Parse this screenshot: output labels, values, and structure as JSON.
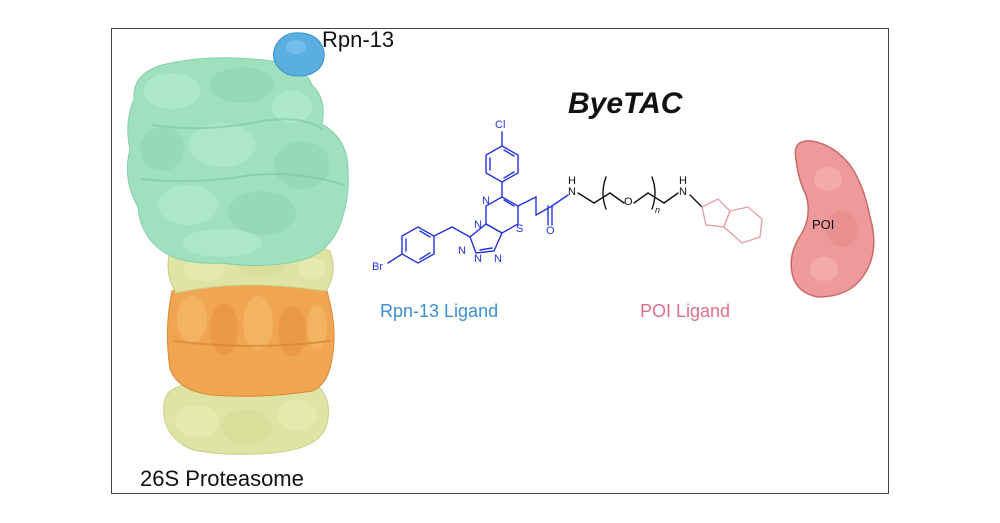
{
  "diagram": {
    "title": "ByeTAC",
    "rpn13_label": "Rpn-13",
    "proteasome_label": "26S Proteasome",
    "rpn13_ligand_label": "Rpn-13 Ligand",
    "poi_ligand_label": "POI Ligand",
    "poi_label": "POI",
    "atoms": {
      "cl": "Cl",
      "br": "Br",
      "n1": "N",
      "n2": "N",
      "n3": "N",
      "n4": "N",
      "n5": "N",
      "s": "S",
      "o_carbonyl": "O",
      "nh1": "H",
      "nh1_n": "N",
      "o_ether": "O",
      "n_sub": "n",
      "nh2": "H",
      "nh2_n": "N"
    }
  },
  "colors": {
    "rpn13": "#5aaee0",
    "proteasome_cap": "#9fe0bf",
    "proteasome_ring": "#dfe3a3",
    "proteasome_core": "#f0a550",
    "ligand_blue": "#2233dd",
    "rpn13_ligand_text": "#3b8fd6",
    "poi_ligand_text": "#e06d8a",
    "poi_ligand_structure": "#e8a0a8",
    "poi_fill": "#ee9a9a"
  }
}
